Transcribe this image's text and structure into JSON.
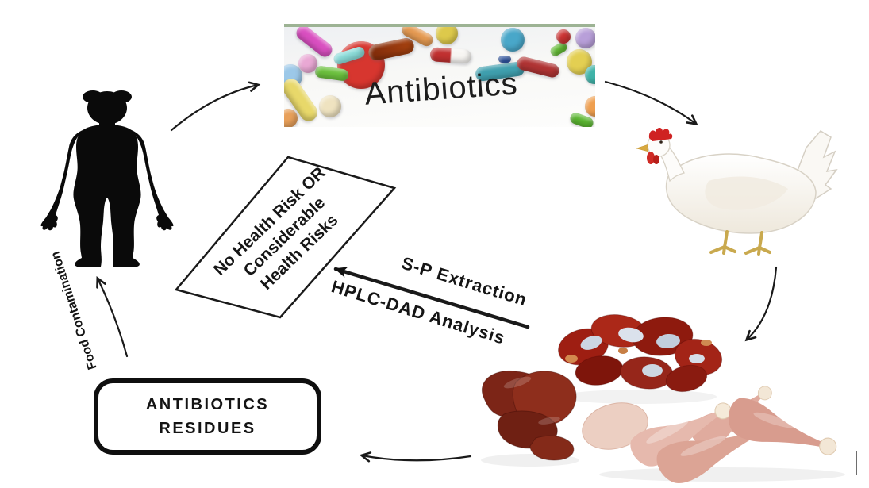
{
  "antibiotics_image": {
    "caption": "Antibiotics"
  },
  "risk_box": {
    "lines": [
      "No Health Risk OR",
      "Considerable",
      "Health Risks"
    ]
  },
  "residues_box": {
    "lines": [
      "ANTIBIOTICS",
      "RESIDUES"
    ]
  },
  "labels": {
    "food_contamination": "Food Contamination",
    "sp_extraction": "S-P Extraction",
    "hplc_dad_analysis": "HPLC-DAD Analysis"
  },
  "icons": {
    "human": "human-silhouette",
    "chicken": "white-hen",
    "liver": "chicken-liver",
    "gizzards": "chicken-gizzards",
    "drumsticks": "chicken-drumsticks",
    "pills": "antibiotic-pills-photo"
  },
  "colors": {
    "ink": "#1a1a1a",
    "background": "#ffffff",
    "comb_red": "#cf2222",
    "liver_brown": "#7c2517",
    "gizzard_red": "#9c1d12",
    "drumstick_pink": "#e2b0a3",
    "photo_border_green": "#9db394"
  }
}
